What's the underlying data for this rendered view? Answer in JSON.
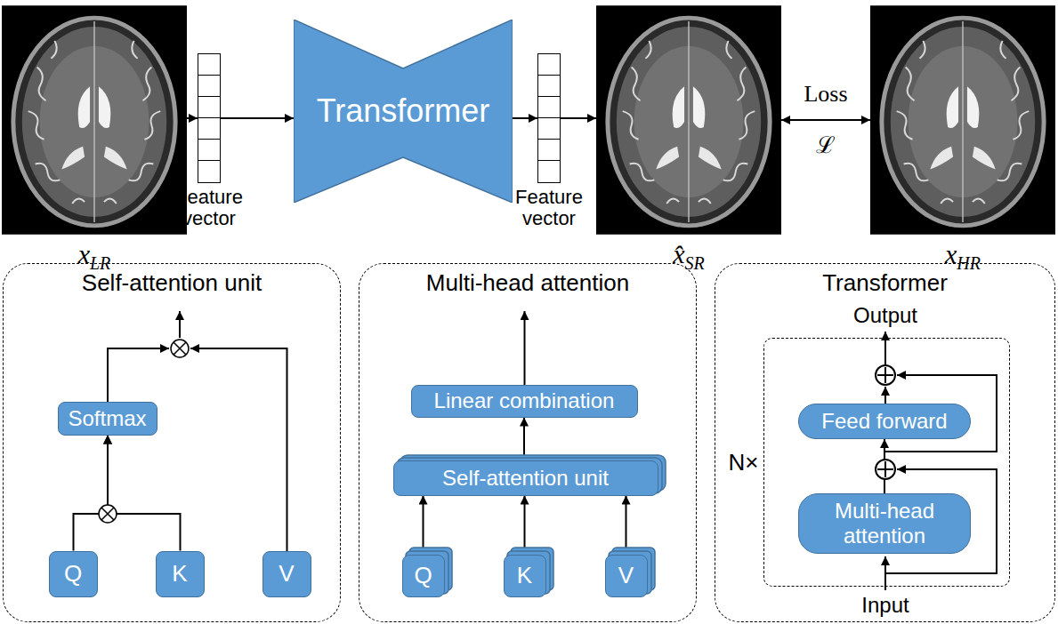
{
  "diagram": {
    "nodes": [
      {
        "text": [
          "xLR"
        ]
      },
      {
        "text": [
          "Feature vector"
        ]
      },
      {
        "text": [
          "Transformer"
        ]
      },
      {
        "text": [
          "Feature vector"
        ]
      },
      {
        "text": [
          "x̂SR"
        ]
      },
      {
        "text": [
          "xHR"
        ]
      },
      {
        "text": [
          "Self-attention unit"
        ]
      },
      {
        "text": [
          "Softmax"
        ],
        "in": 6
      },
      {
        "text": [
          "Q"
        ],
        "in": 6
      },
      {
        "text": [
          "K"
        ],
        "in": 6
      },
      {
        "text": [
          "V"
        ],
        "in": 6
      },
      {
        "text": [
          "Multi-head attention"
        ]
      },
      {
        "text": [
          "Linear combination"
        ],
        "in": 11
      },
      {
        "text": [
          "Self-attention unit"
        ],
        "in": 11
      },
      {
        "text": [
          "Q"
        ],
        "in": 11
      },
      {
        "text": [
          "K"
        ],
        "in": 11
      },
      {
        "text": [
          "V"
        ],
        "in": 11
      },
      {
        "text": [
          "Transformer"
        ]
      },
      {
        "text": [
          "N×"
        ],
        "in": 17
      },
      {
        "text": [
          "Feed forward"
        ],
        "in": 18
      },
      {
        "text": [
          "Multi-head attention"
        ],
        "in": 18
      }
    ],
    "edges": [
      {
        "from": 0,
        "to": 1,
        "arrow": "to"
      },
      {
        "from": 1,
        "to": 2,
        "arrow": "to"
      },
      {
        "from": 2,
        "to": 3,
        "arrow": "to"
      },
      {
        "from": 3,
        "to": 4,
        "arrow": "to"
      },
      {
        "from": 4,
        "to": 5,
        "label": "Loss ℒ",
        "arrow": "both"
      },
      {
        "from": 8,
        "to": 7,
        "arrow": "to"
      },
      {
        "from": 9,
        "to": 7,
        "arrow": "to"
      },
      {
        "from": 14,
        "to": 13,
        "arrow": "to"
      },
      {
        "from": 15,
        "to": 13,
        "arrow": "to"
      },
      {
        "from": 16,
        "to": 13,
        "arrow": "to"
      },
      {
        "from": 13,
        "to": 12,
        "arrow": "to"
      },
      {
        "from": 20,
        "to": 19,
        "arrow": "to"
      }
    ],
    "labels": [
      "Output",
      "Input"
    ]
  }
}
